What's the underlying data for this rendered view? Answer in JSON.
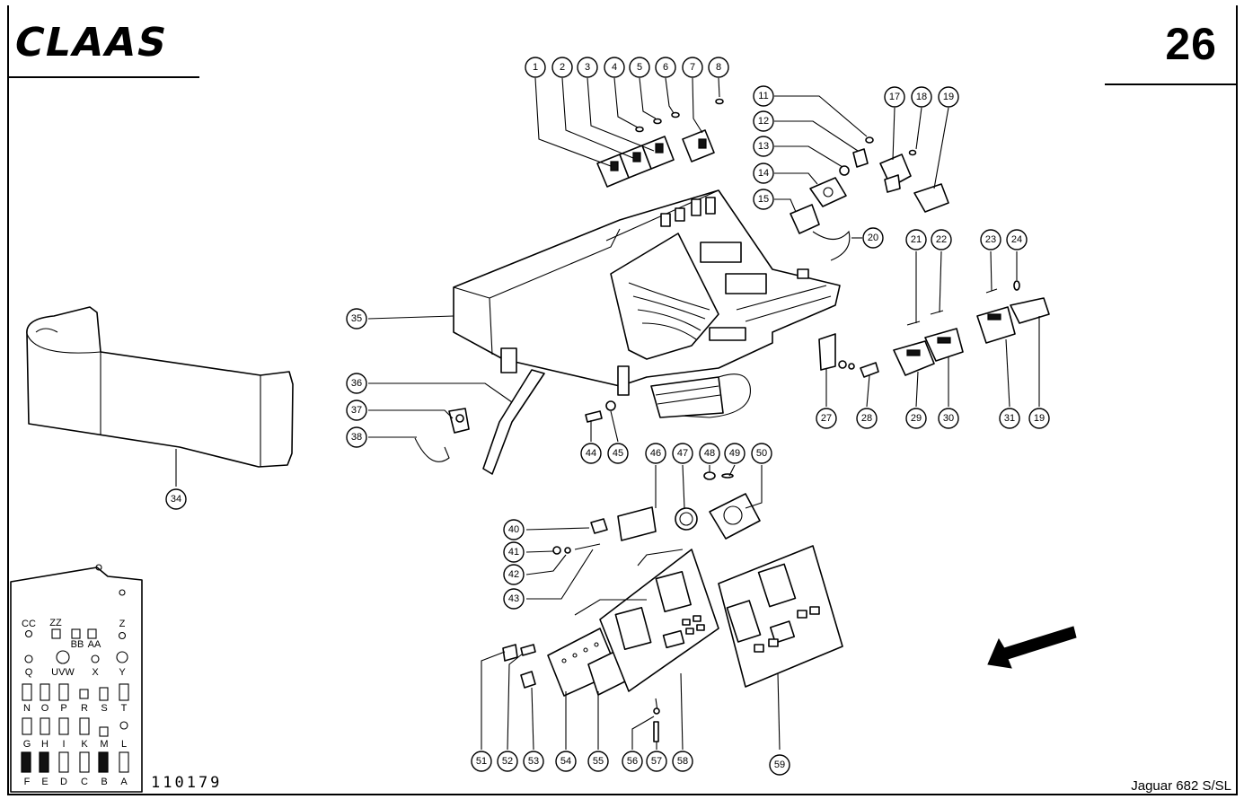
{
  "brand": {
    "logo_text": "CLAAS"
  },
  "page_number": "26",
  "model": "Jaguar 682 S/SL",
  "drawing_number": "110179",
  "callouts": [
    "1",
    "2",
    "3",
    "4",
    "5",
    "6",
    "7",
    "8",
    "11",
    "12",
    "13",
    "14",
    "15",
    "17",
    "18",
    "19",
    "20",
    "21",
    "22",
    "23",
    "24",
    "27",
    "28",
    "29",
    "30",
    "31",
    "34",
    "35",
    "36",
    "37",
    "38",
    "40",
    "41",
    "42",
    "43",
    "44",
    "45",
    "46",
    "47",
    "48",
    "49",
    "50",
    "51",
    "52",
    "53",
    "54",
    "55",
    "56",
    "57",
    "58",
    "59"
  ],
  "switch_key": {
    "row1": [
      "CC",
      "ZZ",
      "BB",
      "AA",
      "Z"
    ],
    "row2": [
      "Q",
      "UVW",
      "X",
      "Y"
    ],
    "row3": [
      "N",
      "O",
      "P",
      "R",
      "S",
      "T"
    ],
    "row4": [
      "G",
      "H",
      "I",
      "K",
      "M",
      "L"
    ],
    "row5": [
      "F",
      "E",
      "D",
      "C",
      "B",
      "A"
    ]
  }
}
